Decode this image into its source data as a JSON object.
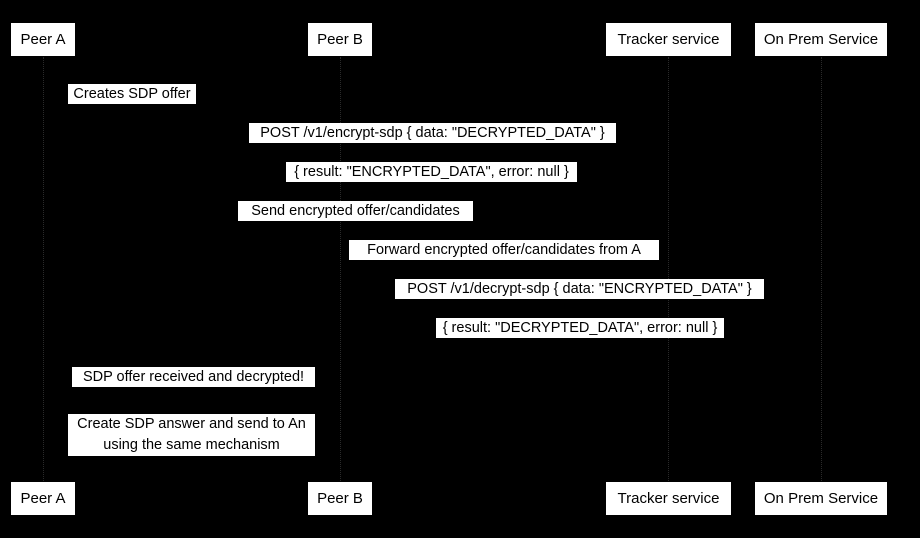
{
  "diagram": {
    "type": "uml-sequence-diagram",
    "background_color": "#000000",
    "label_background_color": "#ffffff",
    "label_text_color": "#000000"
  },
  "participants": [
    {
      "id": "peer-a",
      "label": "Peer A"
    },
    {
      "id": "peer-b",
      "label": "Peer B"
    },
    {
      "id": "tracker-service",
      "label": "Tracker service"
    },
    {
      "id": "on-prem-service",
      "label": "On Prem Service"
    }
  ],
  "messages": [
    {
      "id": "creates-sdp-offer",
      "label": "Creates SDP offer"
    },
    {
      "id": "post-encrypt-sdp",
      "label": "POST /v1/encrypt-sdp { data: \"DECRYPTED_DATA\" }"
    },
    {
      "id": "encrypt-sdp-result",
      "label": "{ result: \"ENCRYPTED_DATA\", error: null }"
    },
    {
      "id": "send-encrypted-offer",
      "label": "Send encrypted offer/candidates"
    },
    {
      "id": "forward-encrypted-offer",
      "label": "Forward encrypted offer/candidates from A"
    },
    {
      "id": "post-decrypt-sdp",
      "label": "POST /v1/decrypt-sdp { data: \"ENCRYPTED_DATA\" }"
    },
    {
      "id": "decrypt-sdp-result",
      "label": "{ result: \"DECRYPTED_DATA\", error: null }"
    },
    {
      "id": "sdp-offer-received",
      "label": "SDP offer received and decrypted!"
    }
  ],
  "note": {
    "id": "create-sdp-answer-note",
    "line1": "Create SDP answer and send to An",
    "line2": "using the same mechanism"
  }
}
